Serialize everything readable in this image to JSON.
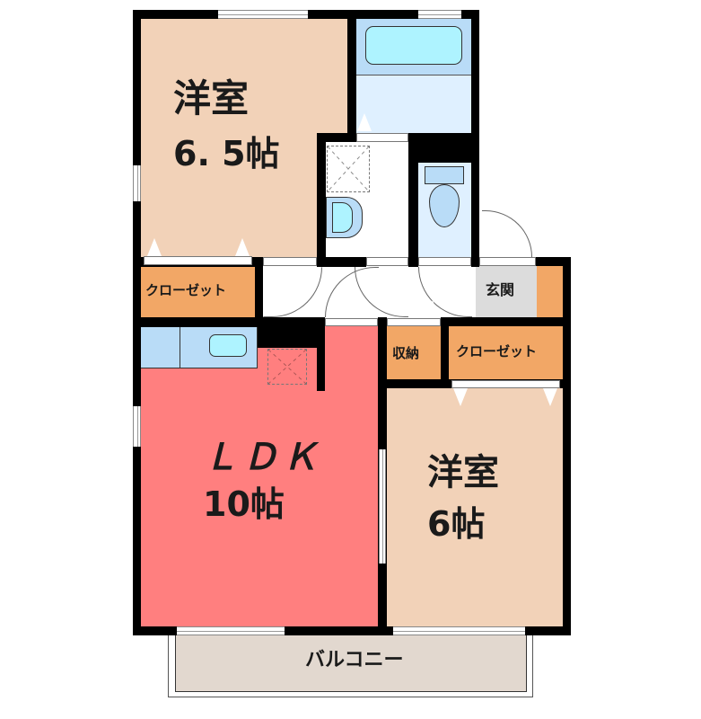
{
  "floorplan": {
    "rooms": {
      "bedroom_north": {
        "name": "洋室",
        "size": "6. 5帖"
      },
      "bedroom_south": {
        "name": "洋室",
        "size": "6帖"
      },
      "ldk": {
        "name": "ＬＤＫ",
        "size": "10帖"
      },
      "closet_north": {
        "label": "クローゼット"
      },
      "closet_south": {
        "label": "クローゼット"
      },
      "storage": {
        "label": "収納"
      },
      "entrance": {
        "label": "玄関"
      },
      "balcony": {
        "label": "バルコニー"
      },
      "bathroom": {
        "label": ""
      },
      "toilet": {
        "label": ""
      },
      "washroom": {
        "label": ""
      }
    },
    "colors": {
      "bedroom": "#f2d2b8",
      "ldk": "#ff7f7f",
      "closet": "#f2a766",
      "entrance": "#dcdcdc",
      "balcony": "#e2d8cf",
      "wet_area": "#dff0ff",
      "fixture": "#b9dcf7",
      "tub": "#aef3ff",
      "wall": "#000000"
    }
  }
}
